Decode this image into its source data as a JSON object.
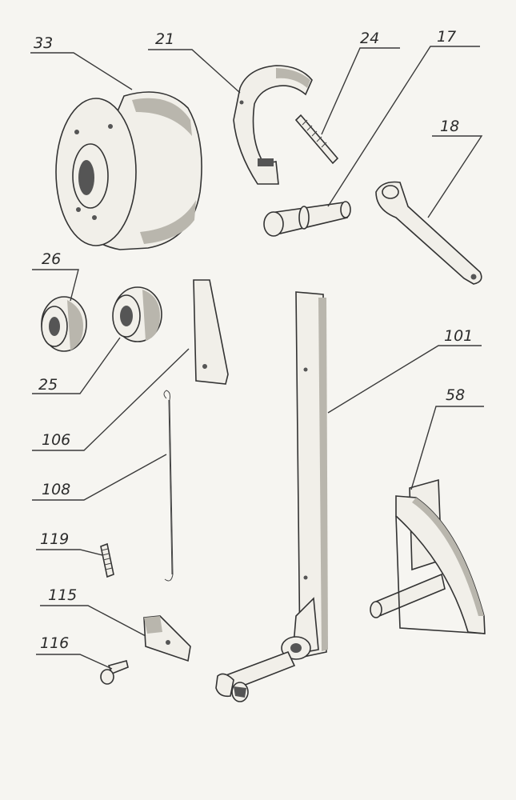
{
  "labels": {
    "p33": "33",
    "p21": "21",
    "p24": "24",
    "p17": "17",
    "p18": "18",
    "p26": "26",
    "p25": "25",
    "p106": "106",
    "p108": "108",
    "p101": "101",
    "p58": "58",
    "p119": "119",
    "p115": "115",
    "p116": "116"
  }
}
